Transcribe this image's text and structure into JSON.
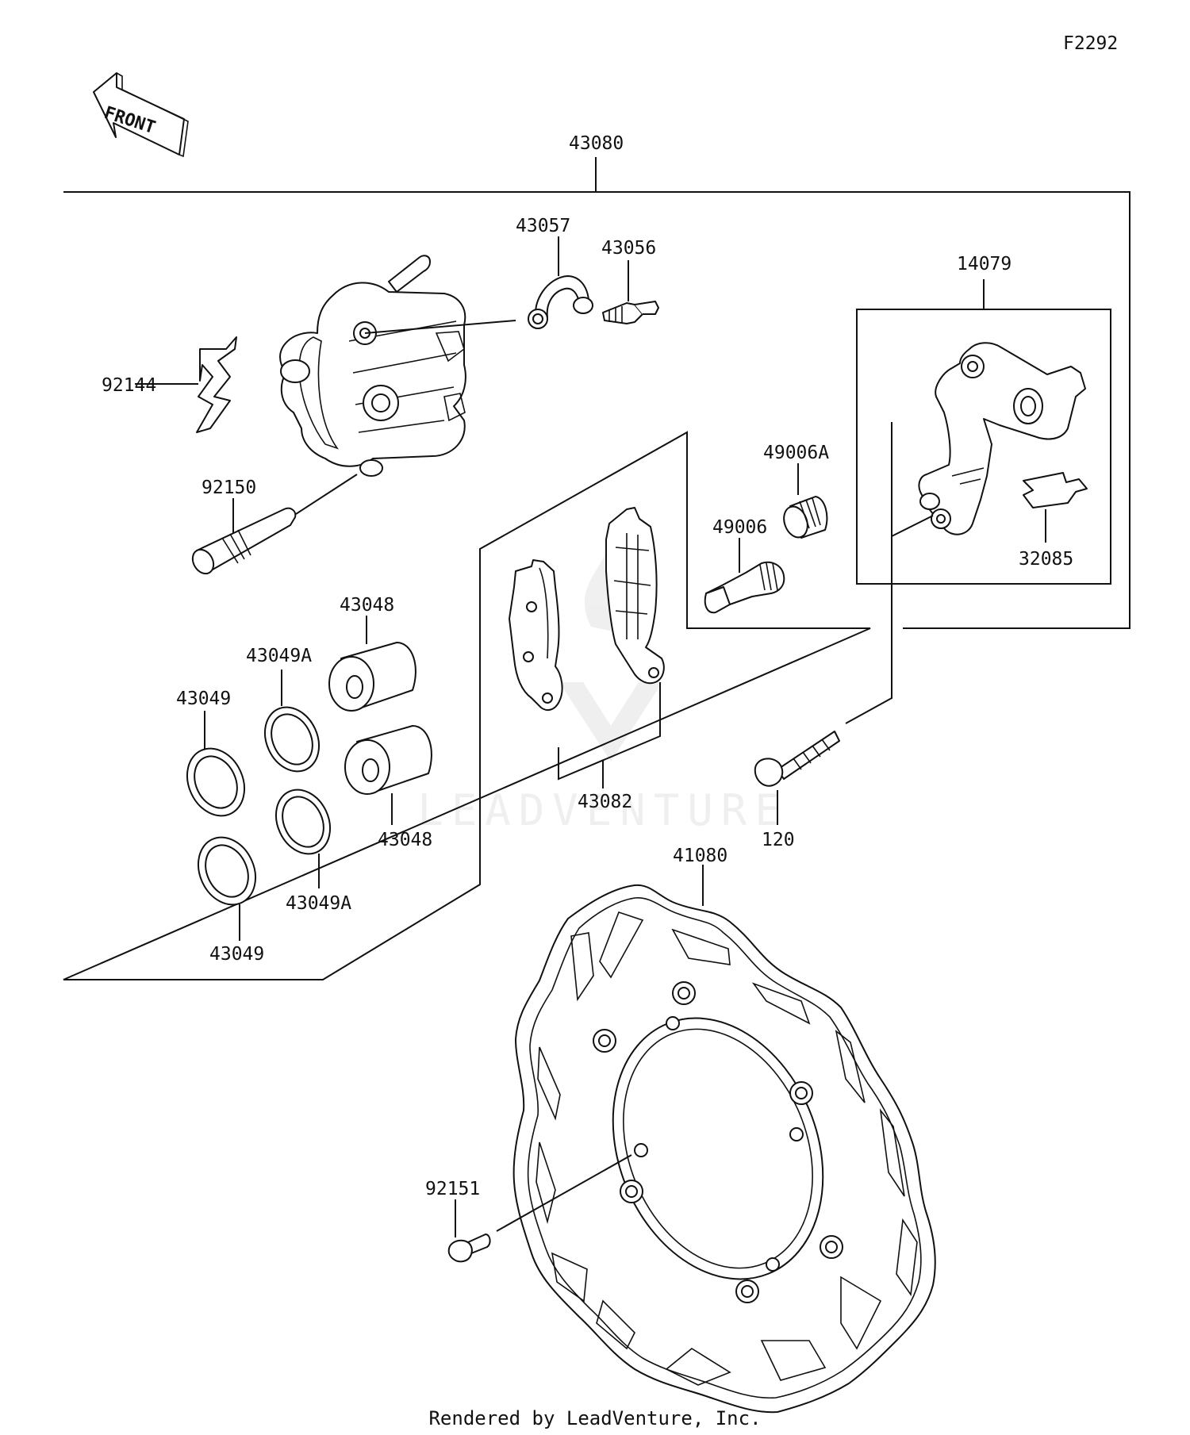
{
  "figure_code": "F2292",
  "front_label": "FRONT",
  "footer": "Rendered by LeadVenture, Inc.",
  "watermark": "LEADVENTURE",
  "labels": {
    "p43080": "43080",
    "p43057": "43057",
    "p43056": "43056",
    "p14079": "14079",
    "p92144": "92144",
    "p92150": "92150",
    "p49006a": "49006A",
    "p49006": "49006",
    "p32085": "32085",
    "p43048_top": "43048",
    "p43049a_top": "43049A",
    "p43049_top": "43049",
    "p43048_bottom": "43048",
    "p43049a_bottom": "43049A",
    "p43049_bottom": "43049",
    "p43082": "43082",
    "p120": "120",
    "p41080": "41080",
    "p92151": "92151"
  }
}
